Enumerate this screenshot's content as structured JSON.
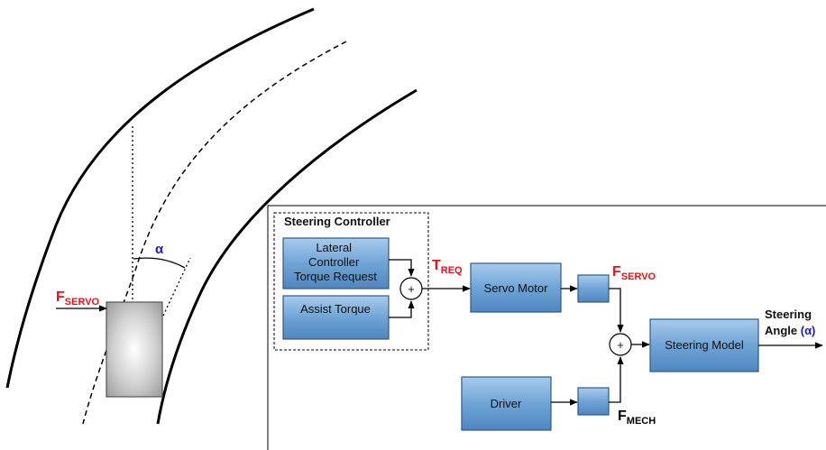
{
  "scene": {
    "angle_symbol": "α",
    "force_label": {
      "main": "F",
      "sub": "SERVO"
    }
  },
  "controller_box": {
    "title": "Steering Controller"
  },
  "blocks": {
    "lateral": [
      "Lateral",
      "Controller",
      "Torque Request"
    ],
    "assist": "Assist Torque",
    "servo_motor": "Servo Motor",
    "steering_model": "Steering Model",
    "driver": "Driver"
  },
  "summing_symbol": "+",
  "signals": {
    "t_req": {
      "main": "T",
      "sub": "REQ"
    },
    "f_servo": {
      "main": "F",
      "sub": "SERVO"
    },
    "f_mech": {
      "main": "F",
      "sub": "MECH"
    }
  },
  "output": {
    "line1": "Steering",
    "line2_prefix": "Angle ",
    "line2_symbol": "(α)"
  },
  "colors": {
    "signal_red": "#e8101a",
    "angle_blue": "#1e18d6",
    "block_fill": "#5f98d0",
    "block_stroke": "#2f5a86"
  }
}
